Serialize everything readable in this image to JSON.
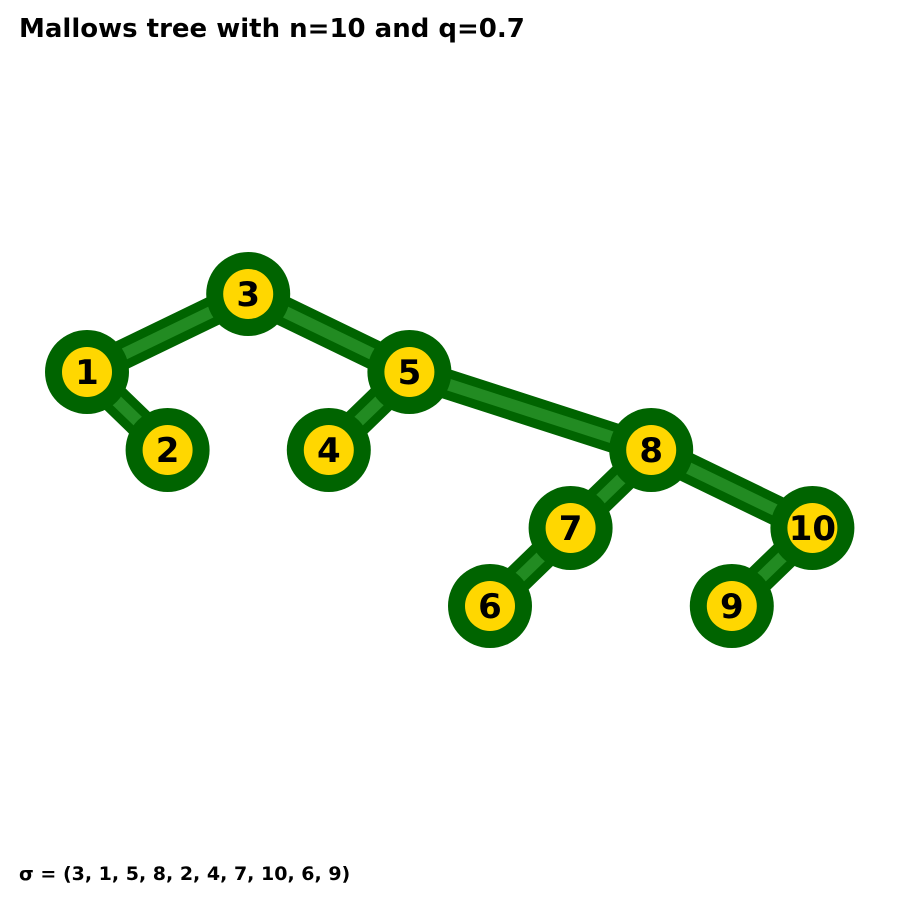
{
  "title": "Mallows tree with n=10 and q=0.7",
  "permission_label": "σ = (3, 1, 5, 8, 2, 4, 7, 10, 6, 9)",
  "colors": {
    "edge_outer": "#006400",
    "edge_inner": "#228B22",
    "node_ring": "#006400",
    "node_fill": "#FFD700",
    "label": "#000000"
  },
  "tree": {
    "root": "3",
    "nodes": [
      {
        "label": "1",
        "parent": "3",
        "side": "left"
      },
      {
        "label": "2",
        "parent": "1",
        "side": "right"
      },
      {
        "label": "3",
        "parent": null,
        "side": null
      },
      {
        "label": "4",
        "parent": "5",
        "side": "left"
      },
      {
        "label": "5",
        "parent": "3",
        "side": "right"
      },
      {
        "label": "6",
        "parent": "7",
        "side": "left"
      },
      {
        "label": "7",
        "parent": "8",
        "side": "left"
      },
      {
        "label": "8",
        "parent": "5",
        "side": "right"
      },
      {
        "label": "9",
        "parent": "10",
        "side": "left"
      },
      {
        "label": "10",
        "parent": "8",
        "side": "right"
      }
    ]
  }
}
